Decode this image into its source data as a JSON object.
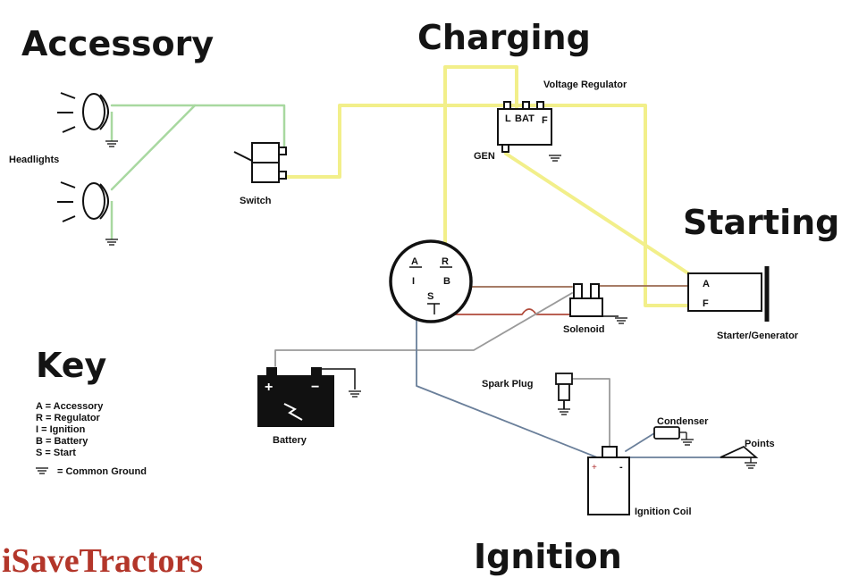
{
  "sections": {
    "accessory": "Accessory",
    "charging": "Charging",
    "starting": "Starting",
    "ignition": "Ignition"
  },
  "components": {
    "headlights": "Headlights",
    "switch": "Switch",
    "voltage_regulator": "Voltage Regulator",
    "regulator_terminals": {
      "l": "L",
      "bat": "BAT",
      "f": "F"
    },
    "gen": "GEN",
    "starter_generator": "Starter/Generator",
    "starter_terminals": {
      "a": "A",
      "f": "F"
    },
    "solenoid": "Solenoid",
    "ignition_switch_terminals": {
      "a": "A",
      "r": "R",
      "i": "I",
      "b": "B",
      "s": "S"
    },
    "battery": "Battery",
    "battery_plus": "+",
    "battery_minus": "−",
    "spark_plug": "Spark Plug",
    "condenser": "Condenser",
    "points": "Points",
    "ignition_coil": "Ignition Coil",
    "coil_plus": "+",
    "coil_minus": "-"
  },
  "key": {
    "title": "Key",
    "items": [
      "A = Accessory",
      "R = Regulator",
      "I = Ignition",
      "B = Battery",
      "S = Start"
    ],
    "ground_label": "= Common Ground"
  },
  "logo": "iSaveTractors",
  "colors": {
    "accessory_wire": "#a8d8a0",
    "charging_wire": "#f2ef8a",
    "brown_wire": "#9a6a50",
    "gray_wire": "#9a9a9a",
    "blue_wire": "#6a7f9a",
    "logo": "#b3362a"
  }
}
